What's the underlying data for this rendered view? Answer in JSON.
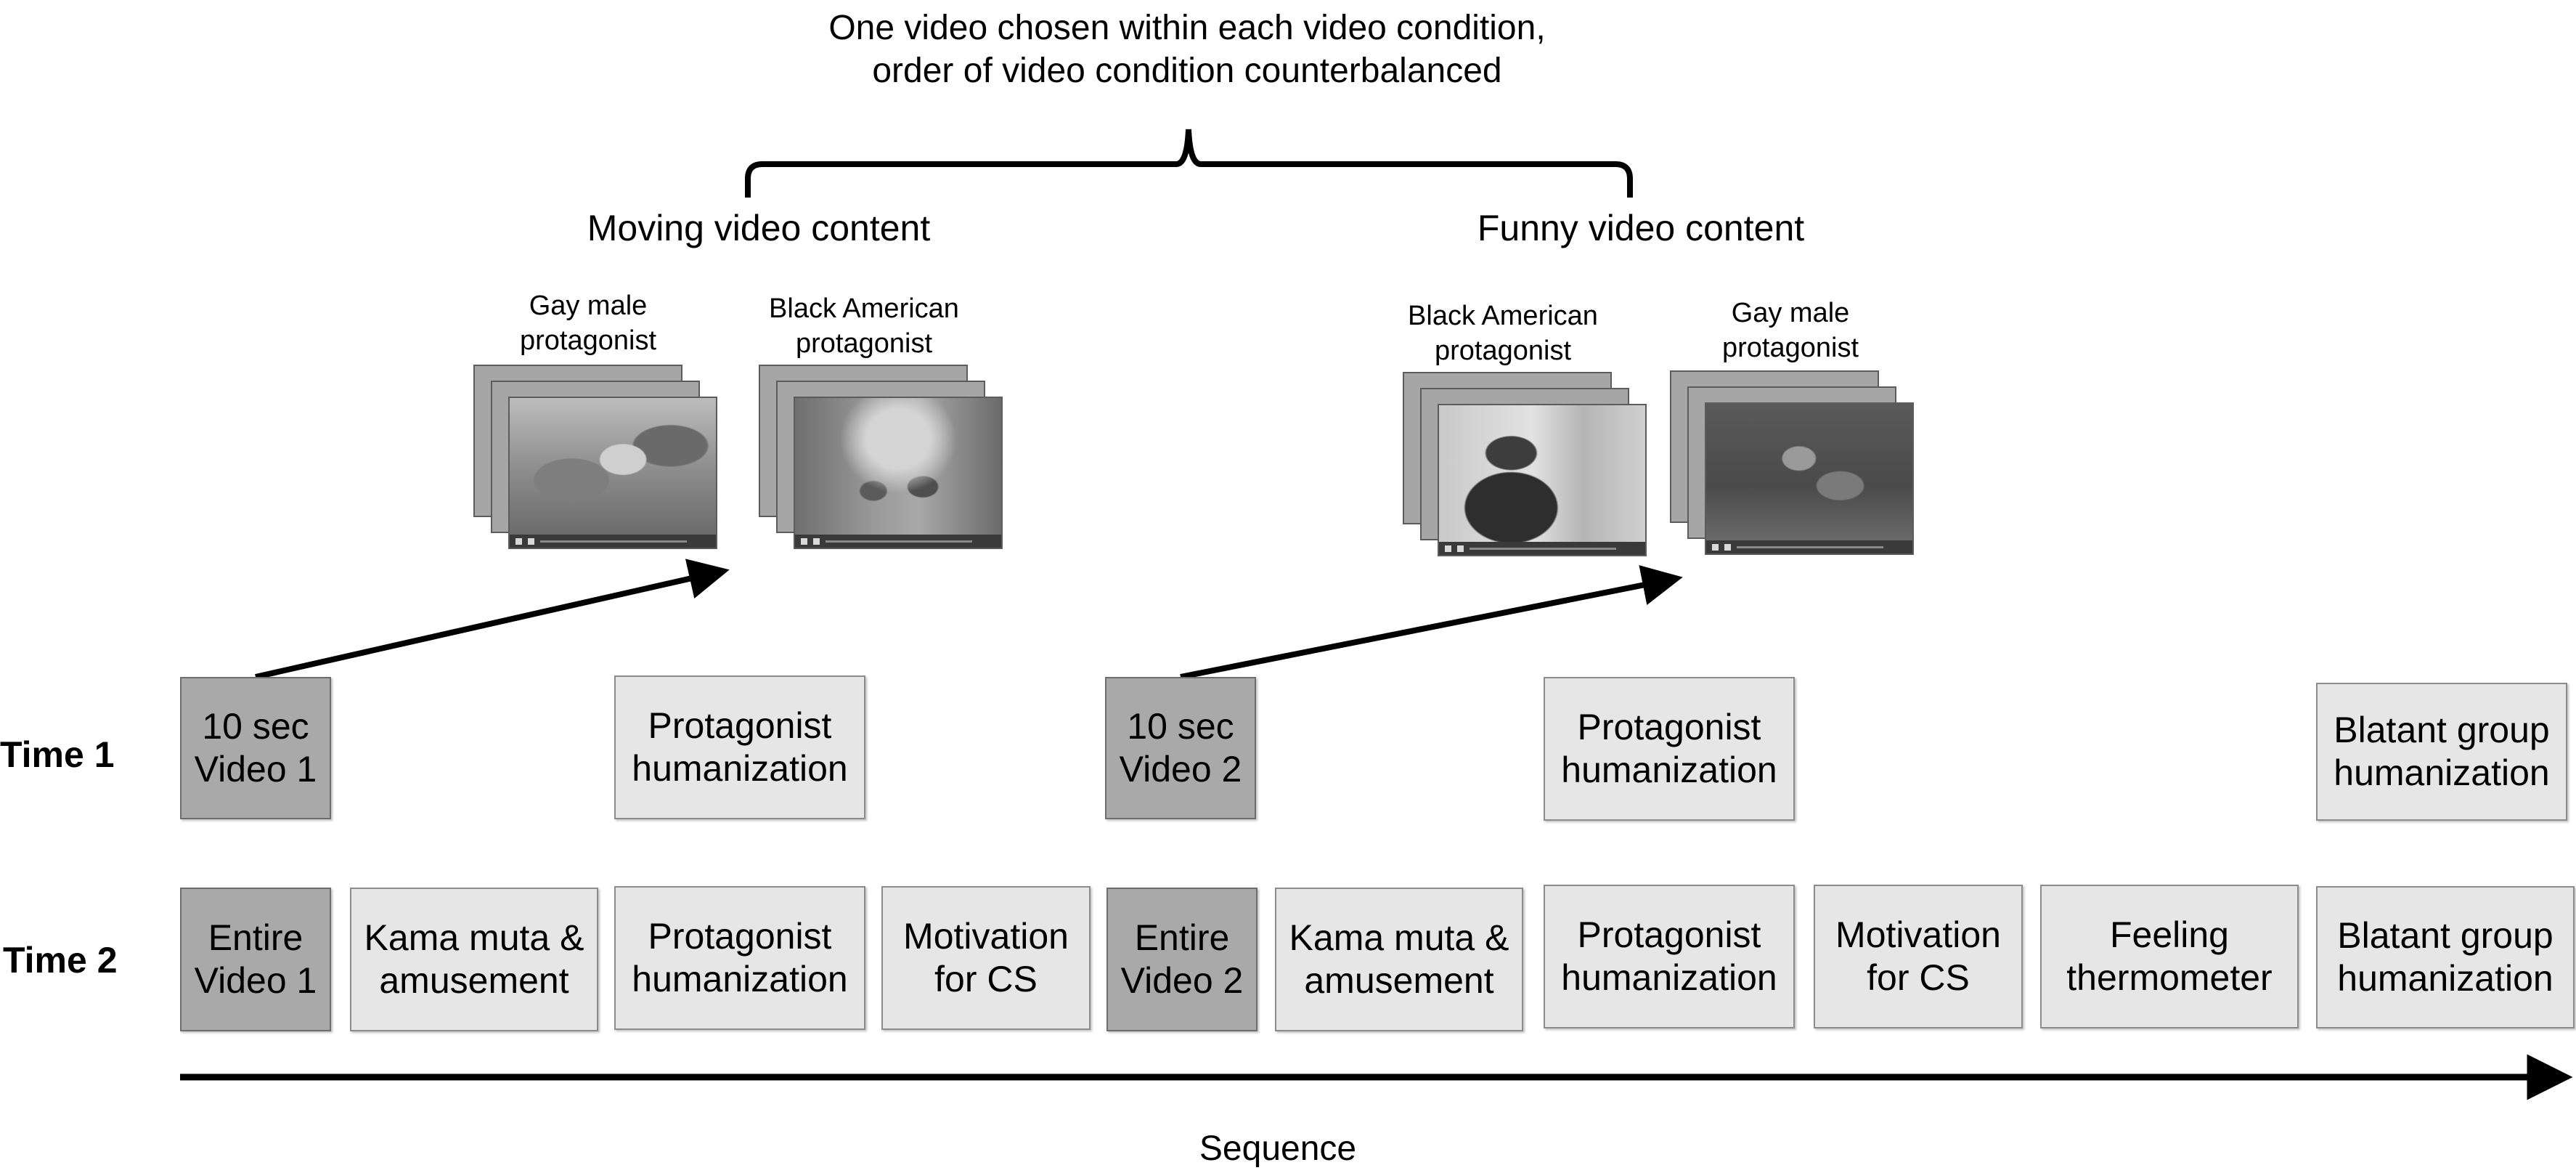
{
  "header": {
    "caption": "One video chosen within each video condition,\norder of video condition counterbalanced"
  },
  "conditions": {
    "moving": {
      "title": "Moving video content",
      "video_a_label": "Gay male\nprotagonist",
      "video_b_label": "Black American\nprotagonist"
    },
    "funny": {
      "title": "Funny video content",
      "video_a_label": "Black American\nprotagonist",
      "video_b_label": "Gay male\nprotagonist"
    }
  },
  "rows": {
    "time1": {
      "label": "Time 1",
      "steps": [
        "10 sec\nVideo 1",
        "Protagonist\nhumanization",
        "10 sec\nVideo 2",
        "Protagonist\nhumanization",
        "Blatant group\nhumanization"
      ]
    },
    "time2": {
      "label": "Time 2",
      "steps": [
        "Entire\nVideo 1",
        "Kama muta &\namusement",
        "Protagonist\nhumanization",
        "Motivation\nfor CS",
        "Entire\nVideo 2",
        "Kama muta &\namusement",
        "Protagonist\nhumanization",
        "Motivation\nfor CS",
        "Feeling\nthermometer",
        "Blatant group\nhumanization"
      ]
    }
  },
  "axis": {
    "label": "Sequence"
  },
  "colors": {
    "video_box": "#a9a9a9",
    "measure_box": "#e6e6e6",
    "arrow": "#000000"
  }
}
